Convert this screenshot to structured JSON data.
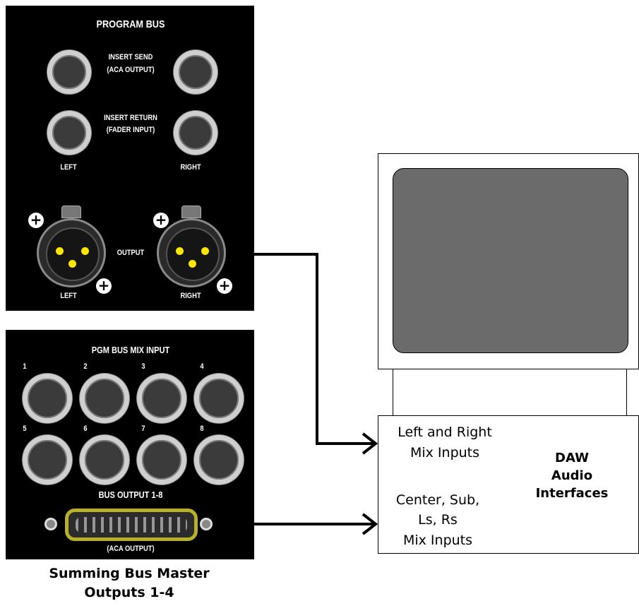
{
  "program_bus_panel": {
    "title": "PROGRAM BUS",
    "insert_send": "INSERT SEND",
    "insert_send_sub": "(ACA OUTPUT)",
    "insert_return": "INSERT RETURN",
    "insert_return_sub": "(FADER INPUT)",
    "left": "LEFT",
    "right": "RIGHT",
    "output": "OUTPUT",
    "xlr_left": "LEFT",
    "xlr_right": "RIGHT"
  },
  "mix_input_panel": {
    "title": "PGM BUS MIX INPUT",
    "jack_numbers": [
      "1",
      "2",
      "3",
      "4",
      "5",
      "6",
      "7",
      "8"
    ],
    "bus_output": "BUS OUTPUT 1-8",
    "aca_output": "(ACA OUTPUT)"
  },
  "caption": {
    "line1": "Summing Bus Master",
    "line2": "Outputs 1-4"
  },
  "daw": {
    "left_right_line1": "Left and Right",
    "left_right_line2": "Mix Inputs",
    "center_line1": "Center, Sub,",
    "center_line2": "Ls, Rs",
    "center_line3": "Mix Inputs",
    "title_line1": "DAW",
    "title_line2": "Audio",
    "title_line3": "Interfaces"
  },
  "colors": {
    "panel": "#000000",
    "jack_ring": "#cfcfcf",
    "pin": "#ffe600",
    "dsub_ring": "#b6b02a",
    "screen": "#6b6b6b"
  },
  "icons": [
    "plus-icon",
    "arrow-right-icon"
  ]
}
